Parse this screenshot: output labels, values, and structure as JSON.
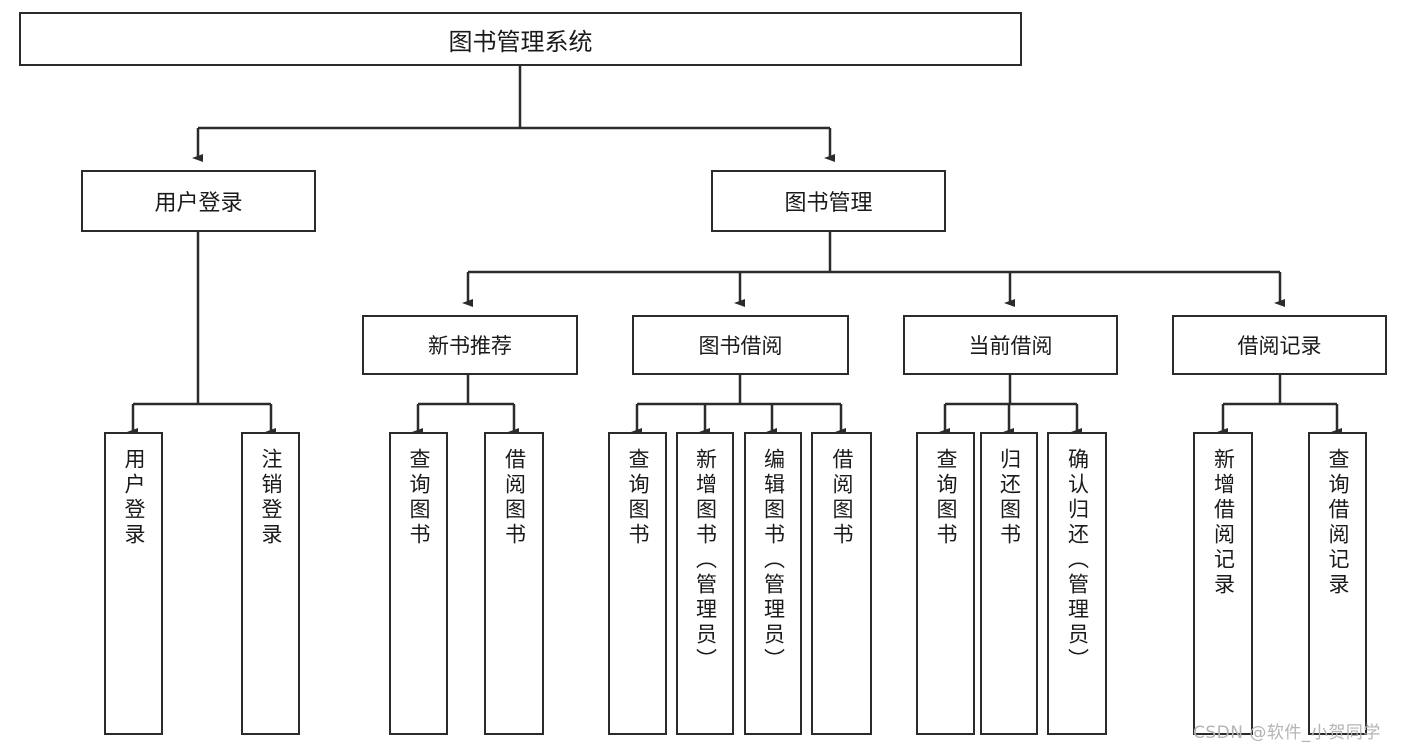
{
  "diagram": {
    "title": "图书管理系统",
    "type": "hierarchy-tree",
    "root": {
      "id": "root",
      "label": "图书管理系统",
      "orientation": "horizontal"
    },
    "level1": [
      {
        "id": "user-login",
        "label": "用户登录",
        "orientation": "horizontal"
      },
      {
        "id": "book-management",
        "label": "图书管理",
        "orientation": "horizontal"
      }
    ],
    "level2": [
      {
        "id": "new-book-recommend",
        "label": "新书推荐",
        "parent": "book-management",
        "orientation": "horizontal"
      },
      {
        "id": "book-borrow",
        "label": "图书借阅",
        "parent": "book-management",
        "orientation": "horizontal"
      },
      {
        "id": "current-borrow",
        "label": "当前借阅",
        "parent": "book-management",
        "orientation": "horizontal"
      },
      {
        "id": "borrow-record",
        "label": "借阅记录",
        "parent": "book-management",
        "orientation": "horizontal"
      }
    ],
    "leaves": [
      {
        "id": "leaf-user-login",
        "label": "用户登录",
        "parent": "user-login",
        "orientation": "vertical"
      },
      {
        "id": "leaf-user-logout",
        "label": "注销登录",
        "parent": "user-login",
        "orientation": "vertical"
      },
      {
        "id": "leaf-query-book-1",
        "label": "查询图书",
        "parent": "new-book-recommend",
        "orientation": "vertical"
      },
      {
        "id": "leaf-borrow-book-1",
        "label": "借阅图书",
        "parent": "new-book-recommend",
        "orientation": "vertical"
      },
      {
        "id": "leaf-query-book-2",
        "label": "查询图书",
        "parent": "book-borrow",
        "orientation": "vertical"
      },
      {
        "id": "leaf-add-book",
        "label": "新增图书（管理员）",
        "parent": "book-borrow",
        "orientation": "vertical"
      },
      {
        "id": "leaf-edit-book",
        "label": "编辑图书（管理员）",
        "parent": "book-borrow",
        "orientation": "vertical"
      },
      {
        "id": "leaf-borrow-book-2",
        "label": "借阅图书",
        "parent": "book-borrow",
        "orientation": "vertical"
      },
      {
        "id": "leaf-query-book-3",
        "label": "查询图书",
        "parent": "current-borrow",
        "orientation": "vertical"
      },
      {
        "id": "leaf-return-book",
        "label": "归还图书",
        "parent": "current-borrow",
        "orientation": "vertical"
      },
      {
        "id": "leaf-confirm-return",
        "label": "确认归还（管理员）",
        "parent": "current-borrow",
        "orientation": "vertical"
      },
      {
        "id": "leaf-add-record",
        "label": "新增借阅记录",
        "parent": "borrow-record",
        "orientation": "vertical"
      },
      {
        "id": "leaf-query-record",
        "label": "查询借阅记录",
        "parent": "borrow-record",
        "orientation": "vertical"
      }
    ]
  },
  "watermark": {
    "text": "CSDN @软件_小贺同学"
  },
  "colors": {
    "stroke": "#2b2b2b",
    "fill": "#ffffff",
    "text": "#1a1a1a",
    "watermark": "#b4b4b4"
  }
}
